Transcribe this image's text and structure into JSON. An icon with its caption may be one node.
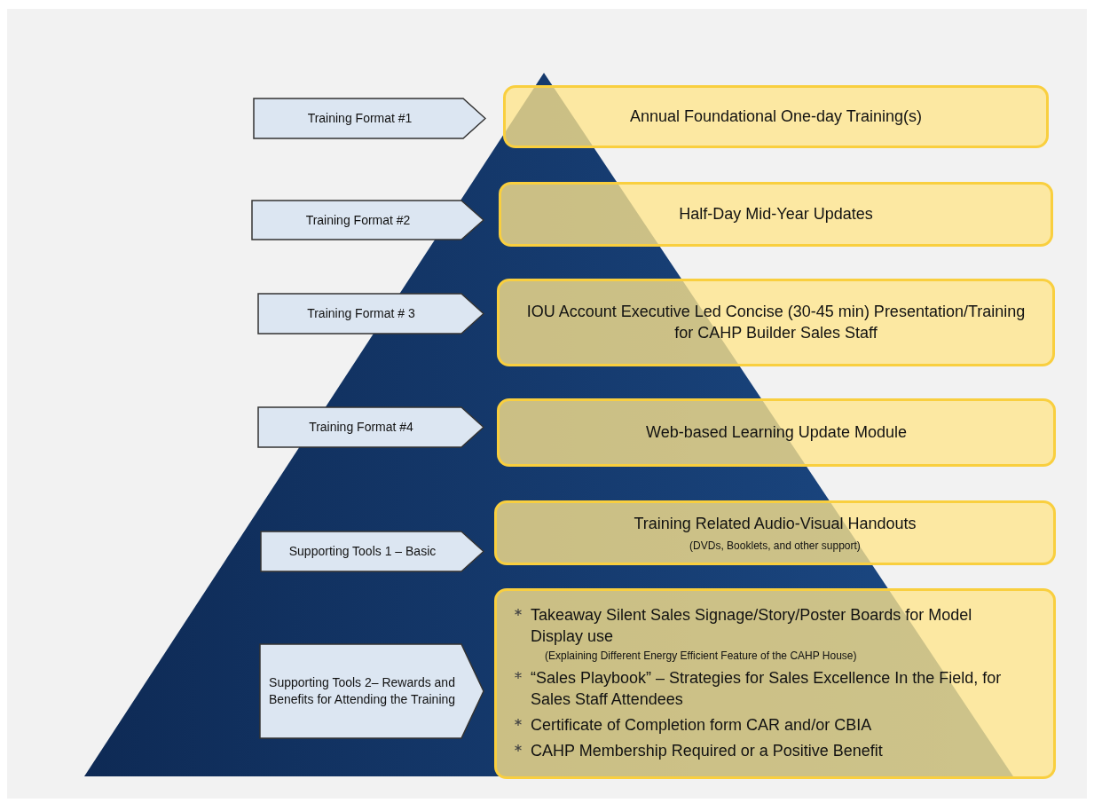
{
  "diagram": {
    "nodes": [
      {
        "text": [
          "Training Format #1"
        ]
      },
      {
        "text": [
          "Annual Foundational One-day Training(s)"
        ]
      },
      {
        "text": [
          "Training Format #2"
        ]
      },
      {
        "text": [
          "Half-Day Mid-Year Updates"
        ]
      },
      {
        "text": [
          "Training Format # 3"
        ]
      },
      {
        "text": [
          "IOU Account Executive Led Concise (30-45 min) Presentation/Training for CAHP Builder Sales Staff"
        ]
      },
      {
        "text": [
          "Training Format #4"
        ]
      },
      {
        "text": [
          "Web-based Learning Update Module"
        ]
      },
      {
        "text": [
          "Supporting Tools 1 – Basic"
        ]
      },
      {
        "text": [
          "Training Related Audio-Visual Handouts",
          "(DVDs, Booklets, and other support)"
        ]
      },
      {
        "text": [
          "Supporting Tools 2– Rewards and Benefits for Attending the Training"
        ]
      },
      {
        "text": [
          "Takeaway Silent Sales Signage/Story/Poster Boards for Model Display use",
          "(Explaining Different Energy Efficient Feature of the CAHP House)",
          "“Sales Playbook” – Strategies for Sales Excellence In the Field, for Sales Staff Attendees",
          "Certificate of Completion form CAR and/or CBIA",
          "CAHP Membership Required or a Positive Benefit"
        ]
      }
    ],
    "edges": []
  }
}
